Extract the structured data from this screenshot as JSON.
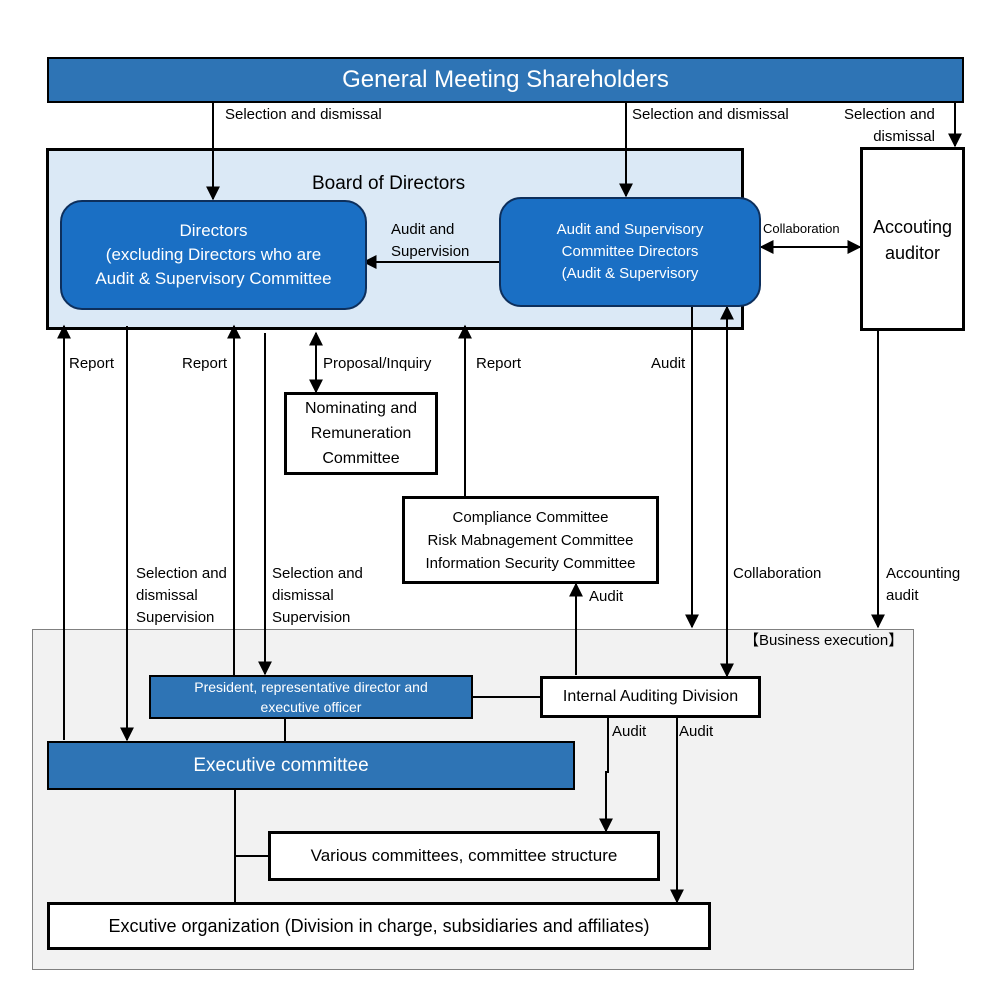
{
  "colors": {
    "blue_box": "#2e74b5",
    "directors_box": "#1a6fc4",
    "board_bg": "#dbe9f6",
    "exec_bg": "#f2f2f2"
  },
  "shareholders": "General Meeting Shareholders",
  "board": {
    "title": "Board of Directors",
    "directors": [
      "Directors",
      "(excluding Directors who are",
      "Audit & Supervisory Committee"
    ],
    "audit_committee": [
      "Audit and Supervisory",
      "Committee Directors",
      "(Audit & Supervisory"
    ]
  },
  "accounting_auditor": [
    "Accouting",
    "auditor"
  ],
  "nominating": [
    "Nominating and",
    "Remuneration",
    "Committee"
  ],
  "compliance": [
    "Compliance Committee",
    "Risk Mabnagement Committee",
    "Information Security Committee"
  ],
  "business_execution": "【Business execution】",
  "president": [
    "President, representative director and",
    "executive officer"
  ],
  "internal_audit": "Internal Auditing Division",
  "executive_committee": "Executive committee",
  "various_committees": "Various committees, committee structure",
  "exec_org": "Excutive organization (Division in charge, subsidiaries and affiliates)",
  "labels": {
    "sel_dis_1": "Selection and dismissal",
    "sel_dis_2": "Selection and dismissal",
    "sel_dis_3": [
      "Selection and",
      "dismissal"
    ],
    "audit_supervision": [
      "Audit and",
      "Supervision"
    ],
    "collab_top": "Collaboration",
    "report_1": "Report",
    "report_2": "Report",
    "proposal": "Proposal/Inquiry",
    "report_3": "Report",
    "audit_1": "Audit",
    "sel_sup_1": [
      "Selection and",
      "dismissal",
      "Supervision"
    ],
    "sel_sup_2": [
      "Selection and",
      "dismissal",
      "Supervision"
    ],
    "audit_compliance": "Audit",
    "collab_mid": "Collaboration",
    "accounting_audit": [
      "Accounting",
      "audit"
    ],
    "audit_left": "Audit",
    "audit_right": "Audit"
  }
}
